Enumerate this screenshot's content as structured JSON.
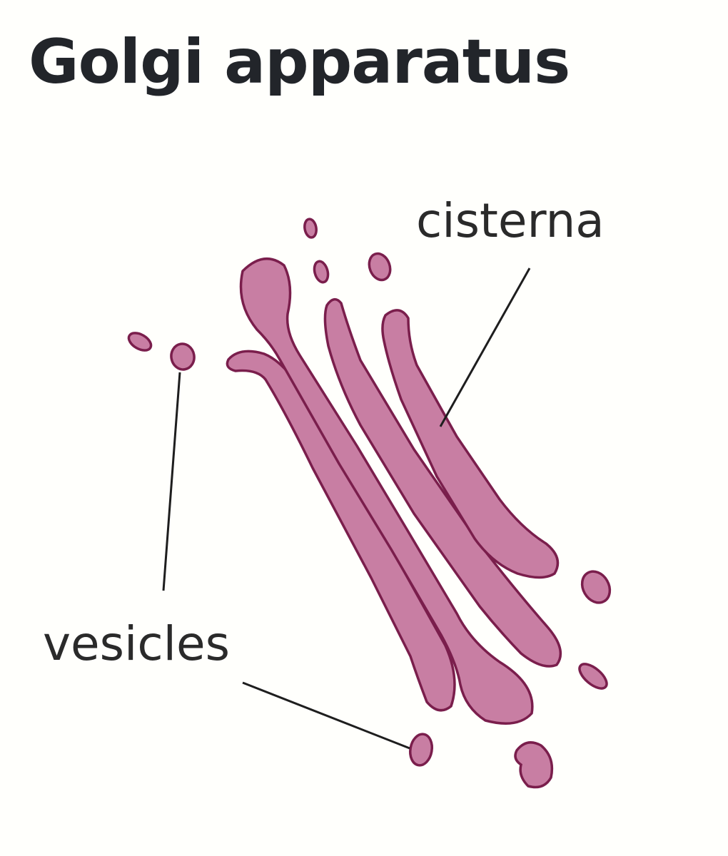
{
  "title": "Golgi apparatus",
  "labels": {
    "cisterna": "cisterna",
    "vesicles": "vesicles"
  },
  "colors": {
    "fill": "#c87ea3",
    "outline": "#7a1e4c",
    "leader": "#1e1e1e",
    "text": "#22252a",
    "background": "#fffffc"
  }
}
